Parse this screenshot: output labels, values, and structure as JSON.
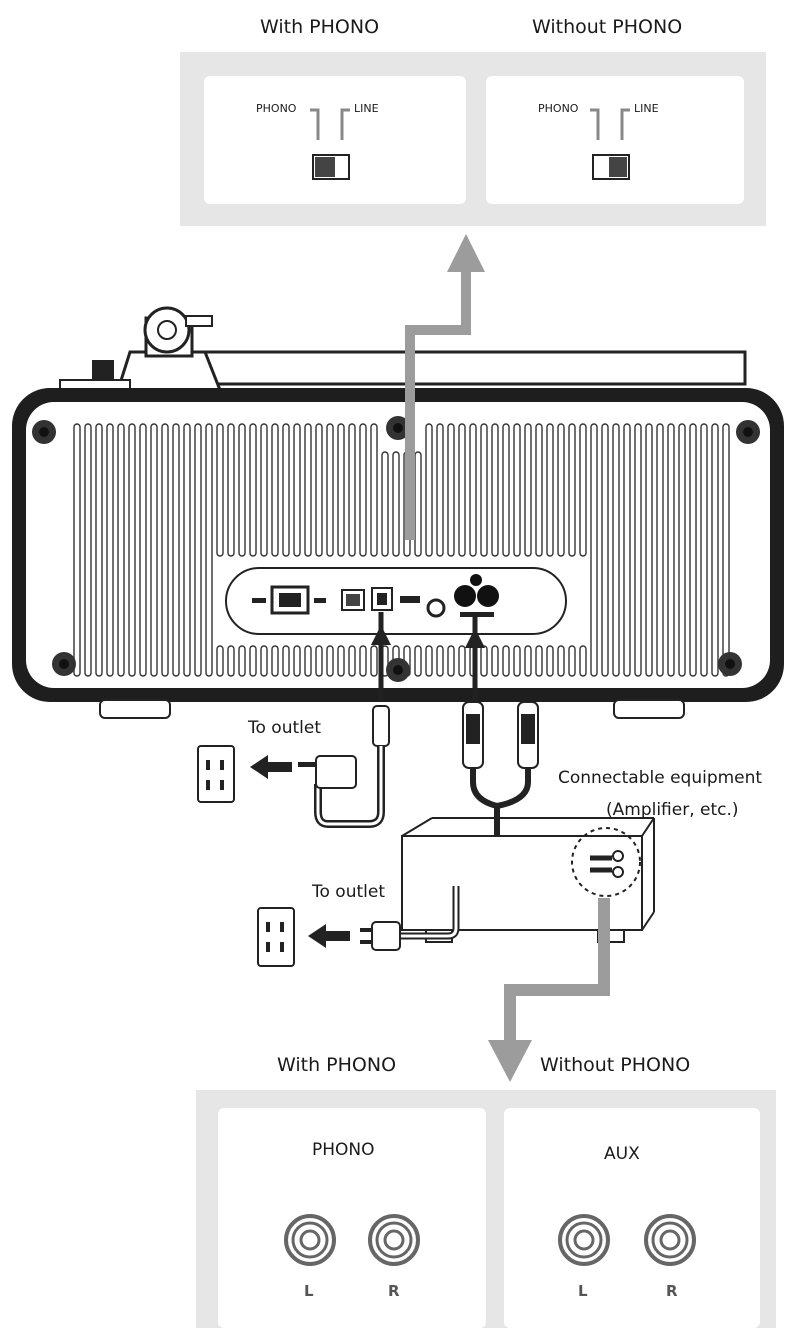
{
  "top_panel": {
    "with_phono_title": "With PHONO",
    "without_phono_title": "Without PHONO",
    "left_switch": {
      "phono_label": "PHONO",
      "line_label": "LINE",
      "selected": "PHONO"
    },
    "right_switch": {
      "phono_label": "PHONO",
      "line_label": "LINE",
      "selected": "LINE"
    }
  },
  "labels": {
    "to_outlet_upper": "To outlet",
    "to_outlet_lower": "To outlet",
    "equipment_line1": "Connectable equipment",
    "equipment_line2": "(Amplifier, etc.)"
  },
  "bottom_panel": {
    "with_phono_title": "With PHONO",
    "without_phono_title": "Without PHONO",
    "left_group": {
      "name": "PHONO",
      "left_jack": "L",
      "right_jack": "R"
    },
    "right_group": {
      "name": "AUX",
      "left_jack": "L",
      "right_jack": "R"
    }
  },
  "colors": {
    "panel_gray": "#e6e6e6",
    "arrow_gray": "#9c9c9c",
    "device_dark": "#1e1e1e",
    "cable_dark": "#222222"
  }
}
